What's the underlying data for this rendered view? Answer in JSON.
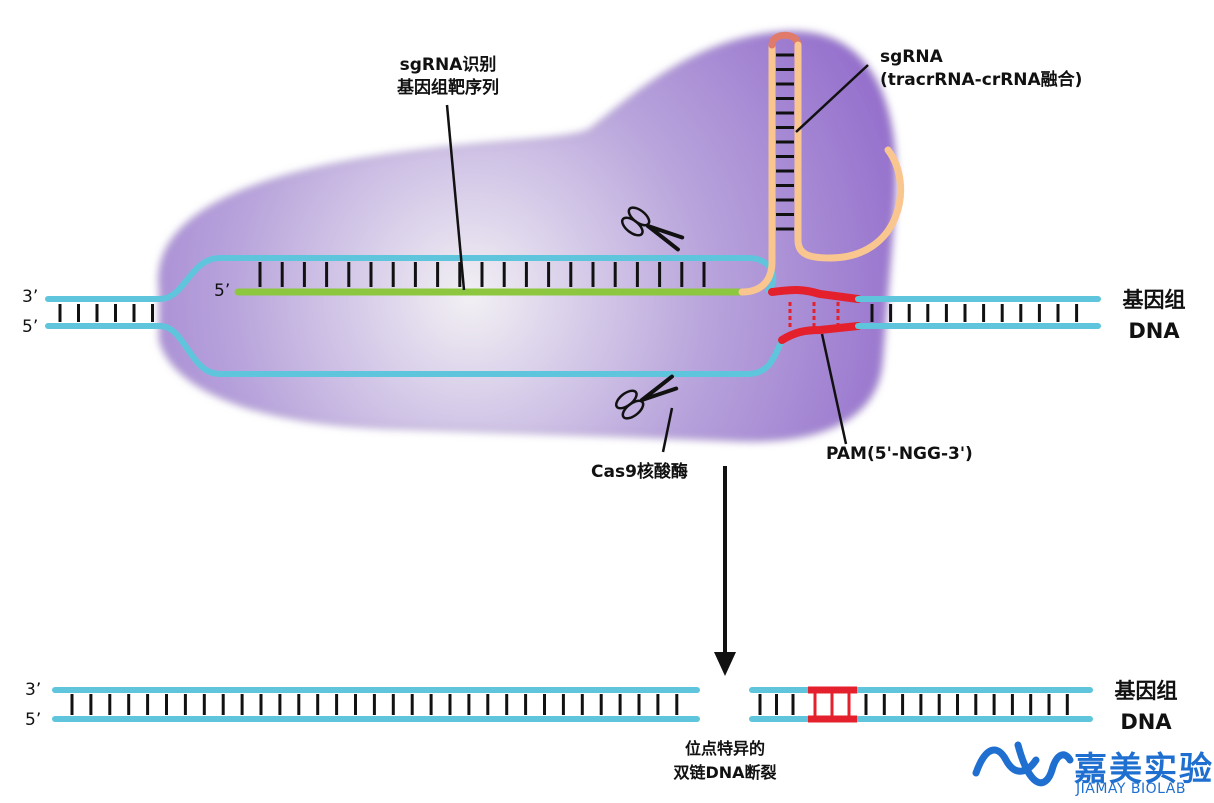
{
  "labels": {
    "sgrna_target_line1": "sgRNA识别",
    "sgrna_target_line2": "基因组靶序列",
    "sgrna_line1": "sgRNA",
    "sgrna_line2": "(tracrRNA-crRNA融合)",
    "cas9": "Cas9核酸酶",
    "pam": "PAM(5'-NGG-3')",
    "genomic_dna_top_line1": "基因组",
    "genomic_dna_top_line2": "DNA",
    "genomic_dna_bottom_line1": "基因组",
    "genomic_dna_bottom_line2": "DNA",
    "dsb_line1": "位点特异的",
    "dsb_line2": "双链DNA断裂"
  },
  "strand_ends": {
    "top_left_3": "3’",
    "top_left_5": "5’",
    "guide_5": "5’",
    "bottom_left_3": "3’",
    "bottom_left_5": "5’"
  },
  "logo": {
    "name_zh": "嘉美实验",
    "name_en": "JIAMAY BIOLAB"
  },
  "colors": {
    "dna_strand": "#5ec5dc",
    "guide_rna": "#8dc63f",
    "sgrna_scaffold": "#f9c690",
    "sgrna_loop_tip": "#e07a6a",
    "pam": "#e3202b",
    "cas9": "#8b62c9",
    "logo": "#1f6fd0"
  }
}
